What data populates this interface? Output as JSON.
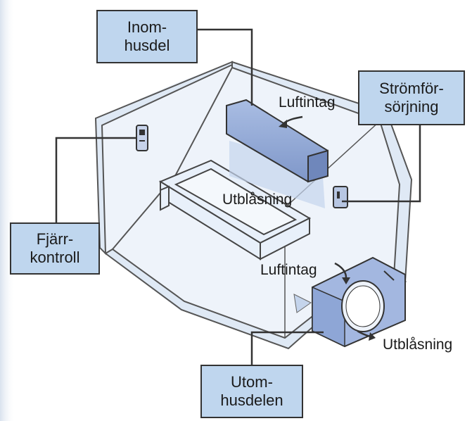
{
  "labels": {
    "indoor_unit": [
      "Inom-",
      "husdel"
    ],
    "power_supply": [
      "Strömför-",
      "sörjning"
    ],
    "remote_control": [
      "Fjärr-",
      "kontroll"
    ],
    "outdoor_unit": [
      "Utom-",
      "husdelen"
    ]
  },
  "flow": {
    "indoor_intake": "Luftintag",
    "indoor_outlet": "Utblåsning",
    "outdoor_intake": "Luftintag",
    "outdoor_outlet": "Utblåsning"
  },
  "colors": {
    "label_fill": "#bfd6ee",
    "line": "#333333",
    "unit_fill": "#8ea6d6",
    "room_fill": "#dfe9f5",
    "airflow": "#c4d4ec"
  }
}
